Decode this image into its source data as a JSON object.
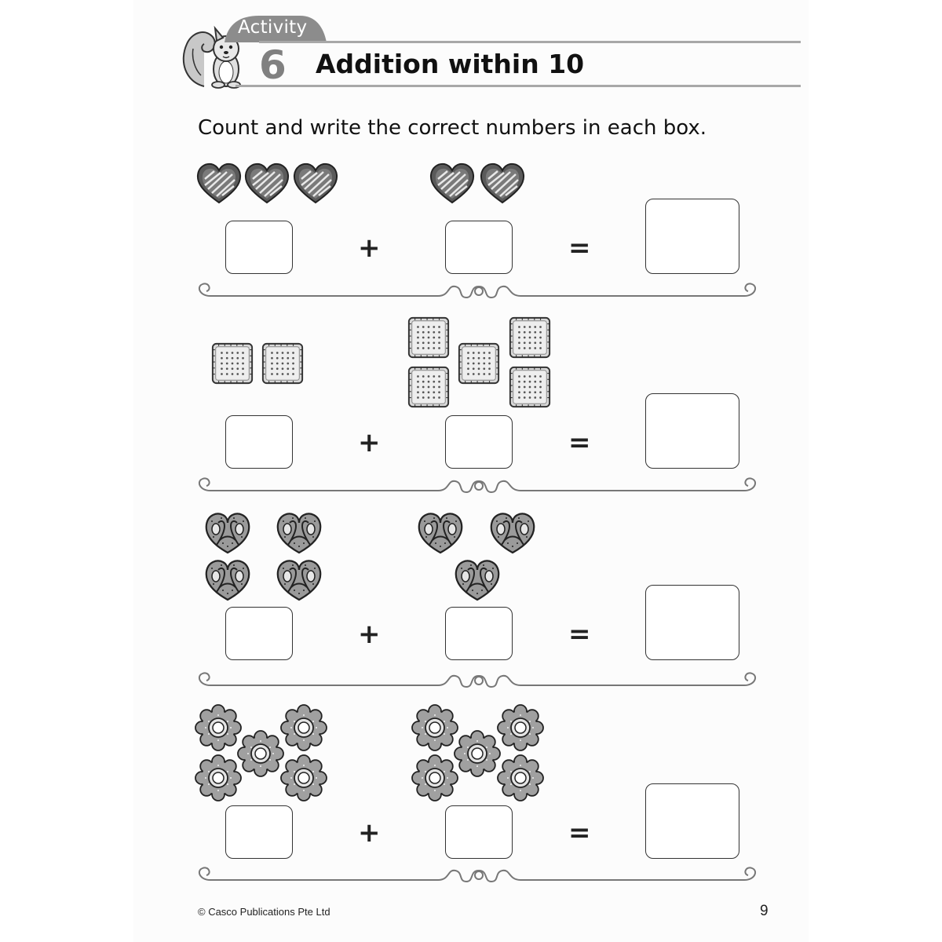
{
  "header": {
    "activity_label": "Activity",
    "activity_number": "6",
    "title": "Addition within 10"
  },
  "instruction": "Count and write the correct numbers in each box.",
  "operators": {
    "plus": "+",
    "equals": "="
  },
  "rows": [
    {
      "item_icon": "heart-cookie-icon",
      "left_count": 3,
      "right_count": 2
    },
    {
      "item_icon": "square-biscuit-icon",
      "left_count": 2,
      "right_count": 5
    },
    {
      "item_icon": "pretzel-icon",
      "left_count": 4,
      "right_count": 3
    },
    {
      "item_icon": "flower-cookie-icon",
      "left_count": 5,
      "right_count": 5
    }
  ],
  "colors": {
    "header_gray": "#808080",
    "line_gray": "#a8a8a8",
    "item_fill": "#9a9a9a",
    "text": "#111111"
  },
  "footer": {
    "copyright": "© Casco Publications Pte Ltd",
    "page_number": "9"
  }
}
